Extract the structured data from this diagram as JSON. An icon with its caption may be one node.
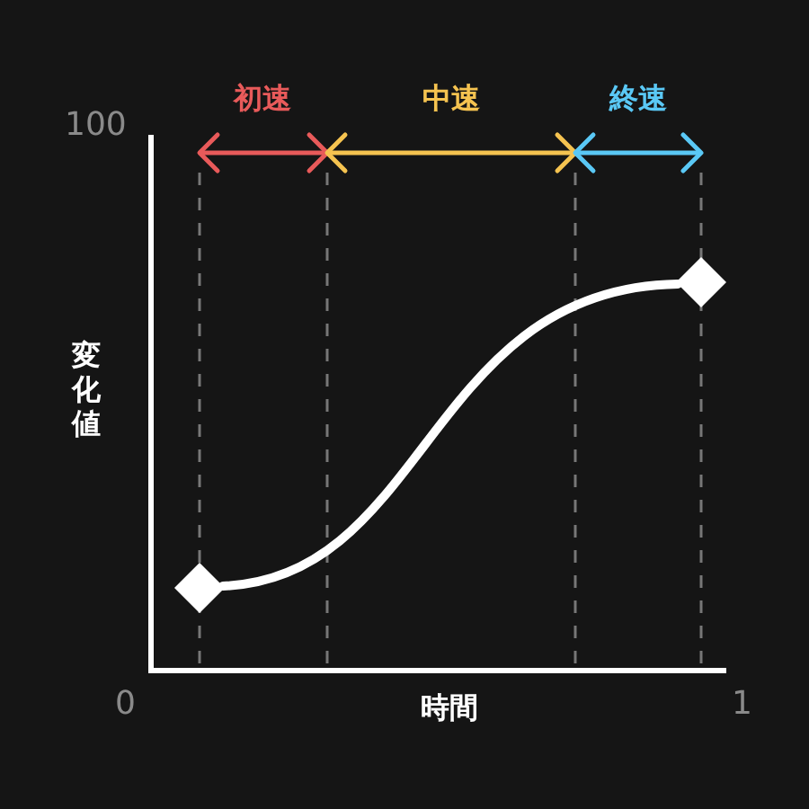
{
  "diagram": {
    "nodes": [
      {
        "text": [],
        "shape": "diamond"
      },
      {
        "text": [],
        "shape": "diamond"
      }
    ],
    "edges": [
      {
        "from": 0,
        "to": 1,
        "arrow": "none"
      }
    ],
    "labels": [
      "初速",
      "中速",
      "終速",
      "100",
      "変化値",
      "0",
      "時間",
      "1"
    ]
  }
}
